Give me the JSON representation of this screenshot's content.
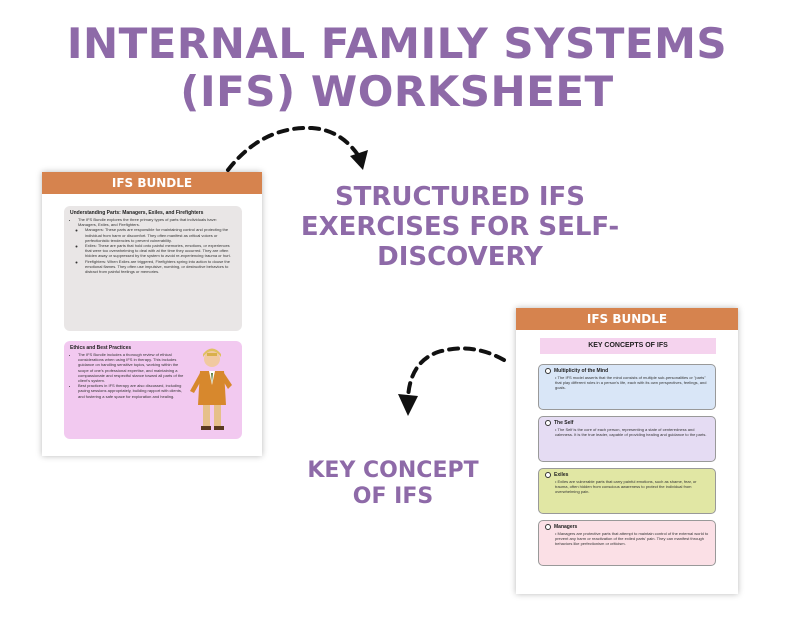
{
  "title": {
    "line1": "INTERNAL FAMILY SYSTEMS",
    "line2": "(IFS) WORKSHEET"
  },
  "subtitle_top": {
    "line1": "STRUCTURED IFS",
    "line2": "EXERCISES FOR SELF-",
    "line3": "DISCOVERY"
  },
  "subtitle_bottom": {
    "line1": "KEY CONCEPT",
    "line2": "OF IFS"
  },
  "colors": {
    "title": "#8e6aa8",
    "header": "#d6834e"
  },
  "page1": {
    "header": "IFS BUNDLE",
    "section1": {
      "heading": "Understanding Parts: Managers, Exiles, and Firefighters",
      "intro": "The IFS Bundle explores the three primary types of parts that individuals have: Managers, Exiles, and Firefighters.",
      "sub_items": [
        "Managers: These parts are responsible for maintaining control and protecting the individual from harm or discomfort. They often manifest as critical voices or perfectionistic tendencies to prevent vulnerability.",
        "Exiles: These are parts that hold onto painful memories, emotions, or experiences that were too overwhelming to deal with at the time they occurred. They are often hidden away or suppressed by the system to avoid re-experiencing trauma or hurt.",
        "Firefighters: When Exiles are triggered, Firefighters spring into action to douse the emotional flames. They often use impulsive, numbing, or destructive behaviors to distract from painful feelings or memories."
      ]
    },
    "section2": {
      "heading": "Ethics and Best Practices",
      "items": [
        "The IFS Bundle includes a thorough review of ethical considerations when using IFS in therapy. This includes guidance on handling sensitive topics, working within the scope of one's professional expertise, and maintaining a compassionate and respectful stance toward all parts of the client's system.",
        "Best practices in IFS therapy are also discussed, including pacing sessions appropriately, building rapport with clients, and fostering a safe space for exploration and healing."
      ]
    }
  },
  "page2": {
    "header": "IFS BUNDLE",
    "concepts_title": "KEY CONCEPTS OF IFS",
    "concepts": [
      {
        "title": "Multiplicity of the Mind",
        "text": "The IFS model asserts that the mind consists of multiple sub-personalities or \"parts\" that play different roles in a person's life, each with its own perspectives, feelings, and goals."
      },
      {
        "title": "The Self",
        "text": "The Self is the core of each person, representing a state of centeredness and calmness. It is the true leader, capable of providing healing and guidance to the parts."
      },
      {
        "title": "Exiles",
        "text": "Exiles are vulnerable parts that carry painful emotions, such as shame, fear, or trauma, often hidden from conscious awareness to protect the individual from overwhelming pain."
      },
      {
        "title": "Managers",
        "text": "Managers are protective parts that attempt to maintain control of the external world to prevent any harm or reactivation of the exiled parts' pain. They can manifest through behaviors like perfectionism or criticism."
      }
    ]
  }
}
